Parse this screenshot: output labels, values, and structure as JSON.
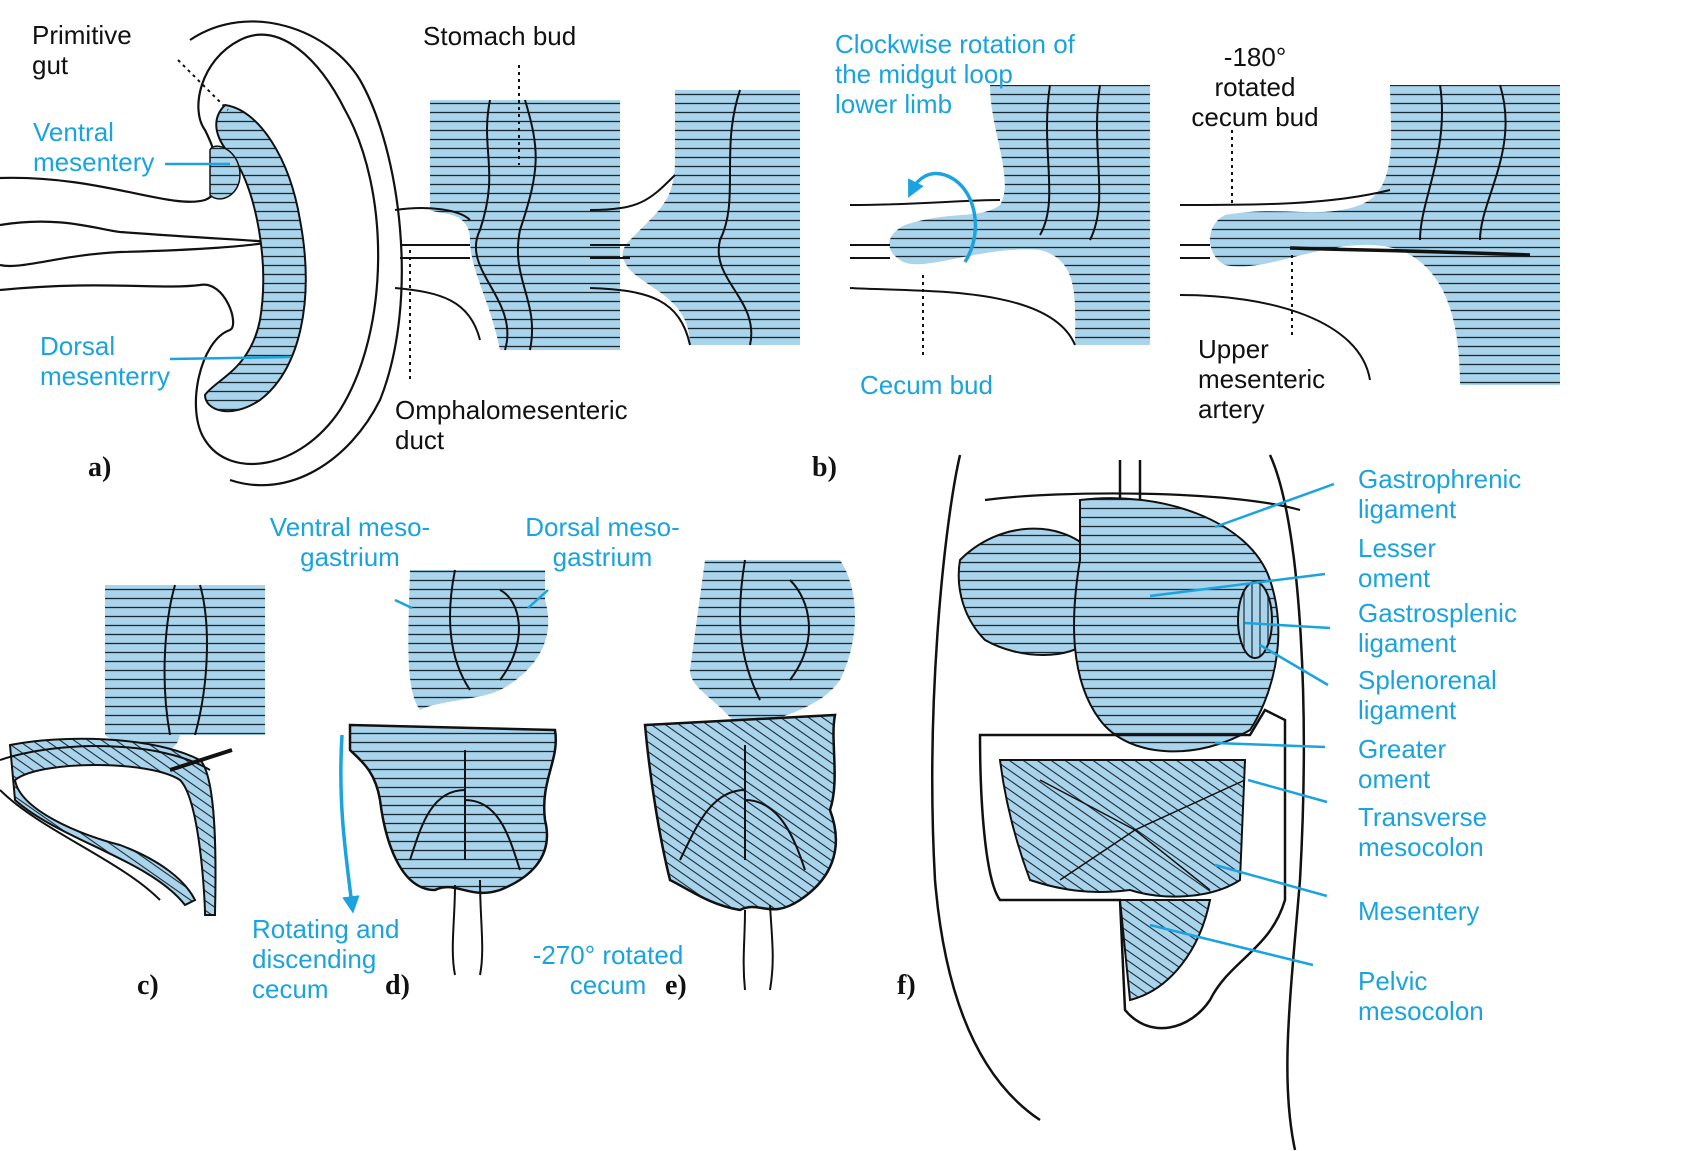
{
  "colors": {
    "tissue": "#a9d4ec",
    "accent": "#1aa3de",
    "ink": "#111111"
  },
  "panels": [
    "a)",
    "b)",
    "c)",
    "d)",
    "e)",
    "f)"
  ],
  "labels_a": {
    "primitive_gut": "Primitive\ngut",
    "ventral_mesentery": "Ventral\nmesentery",
    "dorsal_mesentery": "Dorsal\nmesenterry"
  },
  "labels_b": {
    "stomach_bud": "Stomach bud",
    "omphalomesenteric_duct": "Omphalomesenteric\nduct",
    "clockwise_rotation": "Clockwise rotation of\nthe midgut loop\nlower limb",
    "cecum_bud": "Cecum bud",
    "rotated_cecum_bud": "-180°\nrotated\ncecum bud",
    "upper_mesenteric_artery": "Upper\nmesenteric\nartery"
  },
  "labels_cde": {
    "ventral_mesogastrium": "Ventral meso-\ngastrium",
    "dorsal_mesogastrium": "Dorsal meso-\ngastrium",
    "rotating_cecum": "Rotating and\ndiscending\ncecum",
    "rotated_270_cecum": "-270° rotated\ncecum"
  },
  "labels_f": [
    "Gastrophrenic\nligament",
    "Lesser\noment",
    "Gastrosplenic\nligament",
    "Splenorenal\nligament",
    "Greater\noment",
    "Transverse\nmesocolon",
    "Mesentery",
    "Pelvic\nmesocolon"
  ]
}
